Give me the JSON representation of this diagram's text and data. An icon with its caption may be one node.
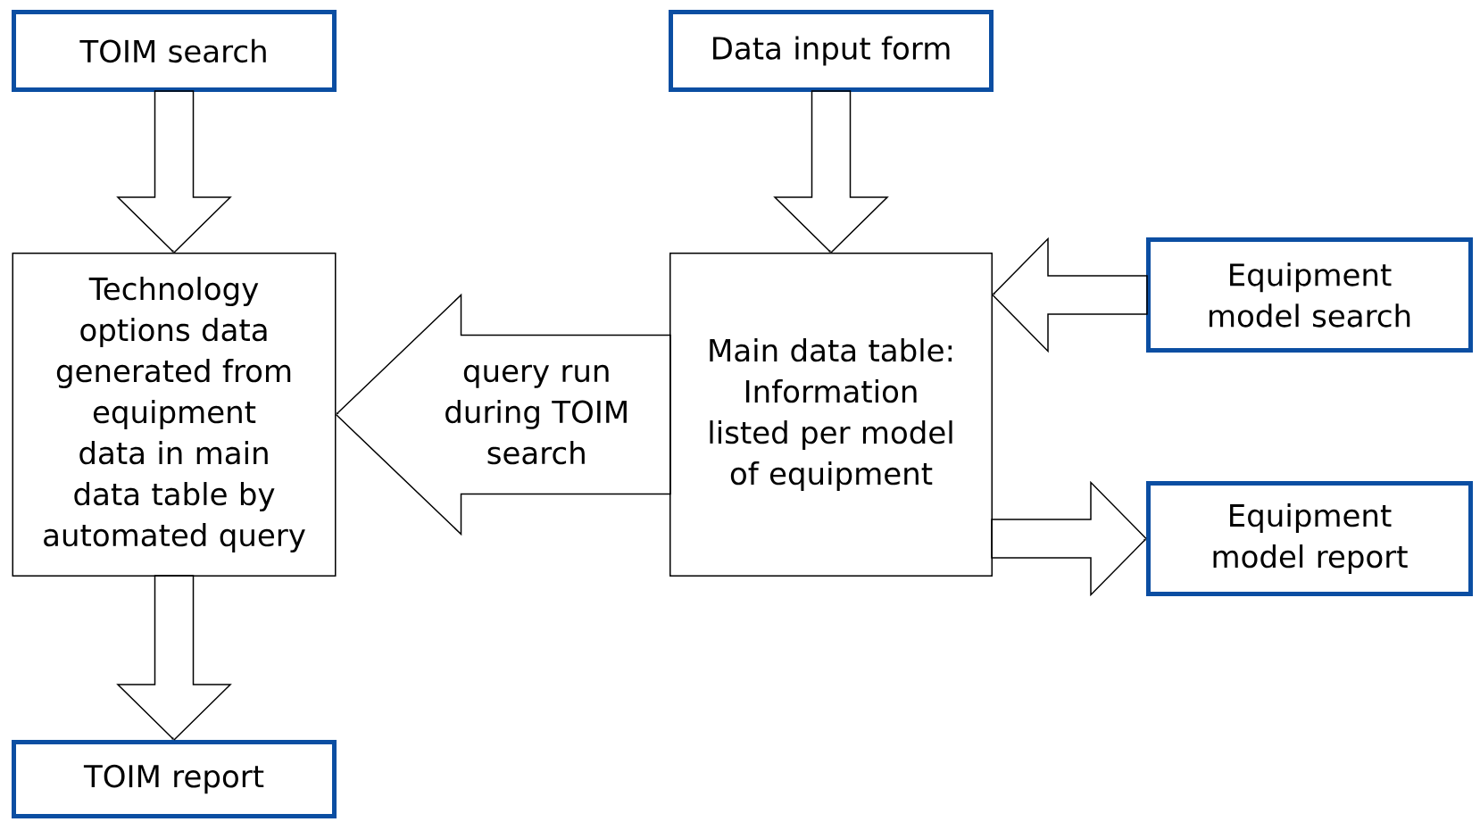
{
  "diagram": {
    "nodes": [
      {
        "text": [
          "TOIM search"
        ]
      },
      {
        "text": [
          "Data input form"
        ]
      },
      {
        "text": [
          "Technology options data generated from equipment data in main data table by automated query"
        ]
      },
      {
        "text": [
          "Main data table: Information listed per model of equipment"
        ]
      },
      {
        "text": [
          "Equipment model search"
        ]
      },
      {
        "text": [
          "Equipment model report"
        ]
      },
      {
        "text": [
          "TOIM report"
        ]
      }
    ],
    "edges": [
      {
        "from": 0,
        "to": 2,
        "arrow": "to"
      },
      {
        "from": 1,
        "to": 3,
        "arrow": "to"
      },
      {
        "from": 4,
        "to": 3,
        "arrow": "to"
      },
      {
        "from": 3,
        "to": 5,
        "arrow": "to"
      },
      {
        "from": 3,
        "to": 2,
        "arrow": "to",
        "label": "query run during TOIM search"
      },
      {
        "from": 2,
        "to": 6,
        "arrow": "to"
      }
    ]
  }
}
